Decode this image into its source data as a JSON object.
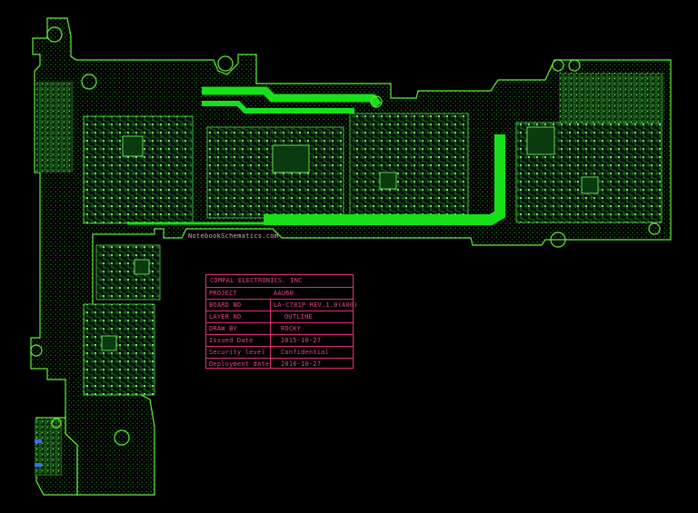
{
  "watermark": "NotebookSchematics.com",
  "title_block": {
    "company": "COMPAL ELECTRONICS. INC",
    "rows": [
      {
        "label": "PROJECT",
        "value": "AAU60"
      },
      {
        "label": "BOARD NO",
        "value": "LA-C781P REV.1.0(A00)"
      },
      {
        "label": "LAYER NO",
        "value": "OUTLINE"
      },
      {
        "label": "DRAW BY",
        "value": "ROCKY"
      },
      {
        "label": "Issued Date",
        "value": "2015-10-27"
      },
      {
        "label": "Security level",
        "value": "Confidential"
      },
      {
        "label": "Deployment date",
        "value": "2016-10-27"
      }
    ]
  },
  "colors": {
    "background": "#000000",
    "board_outline": "#5ef03a",
    "trace": "#2fbf2a",
    "copper_pour": "#18e018",
    "title_block": "#e0307a"
  }
}
